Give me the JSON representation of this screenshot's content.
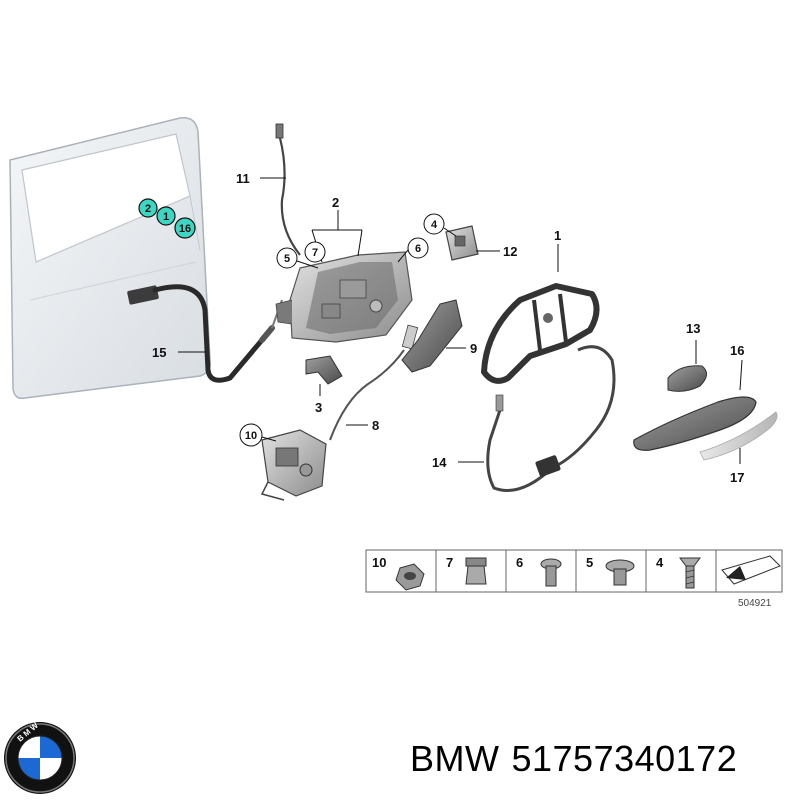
{
  "callouts": {
    "c1": "1",
    "c2": "2",
    "c3": "3",
    "c4": "4",
    "c5": "5",
    "c6": "6",
    "c7": "7",
    "c8": "8",
    "c9": "9",
    "c10": "10",
    "c11": "11",
    "c12": "12",
    "c13": "13",
    "c14": "14",
    "c15": "15",
    "c16": "16",
    "c17": "17"
  },
  "door_markers": [
    "2",
    "1",
    "16"
  ],
  "hardware_strip": {
    "items": [
      {
        "number": "10",
        "icon": "hex-nut-icon"
      },
      {
        "number": "7",
        "icon": "clip-nut-icon"
      },
      {
        "number": "6",
        "icon": "pan-head-screw-icon"
      },
      {
        "number": "5",
        "icon": "flange-screw-icon"
      },
      {
        "number": "4",
        "icon": "countersunk-screw-icon"
      }
    ],
    "last_icon": "arrow-plate-icon"
  },
  "diagram_number": "504921",
  "brand": {
    "name": "BMW",
    "part_number": "51757340172",
    "logo_text": "B M W"
  },
  "colors": {
    "marker_fill": "#3dd6c2",
    "line": "#111111",
    "part_fill": "#b8b8b8",
    "door_fill": "#e6eaee"
  }
}
